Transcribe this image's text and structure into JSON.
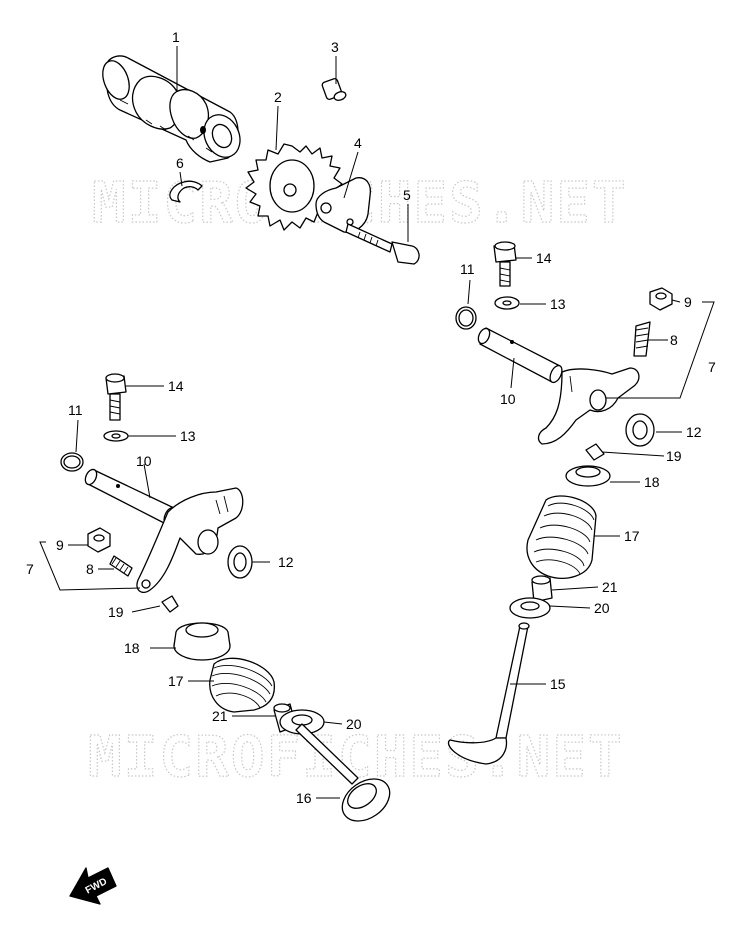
{
  "watermark": "MICROFICHES.NET",
  "fwd_label": "FWD",
  "callouts": {
    "c1": "1",
    "c2": "2",
    "c3": "3",
    "c4": "4",
    "c5": "5",
    "c6": "6",
    "c7a": "7",
    "c7b": "7",
    "c8a": "8",
    "c8b": "8",
    "c9a": "9",
    "c9b": "9",
    "c10a": "10",
    "c10b": "10",
    "c11a": "11",
    "c11b": "11",
    "c12a": "12",
    "c12b": "12",
    "c13a": "13",
    "c13b": "13",
    "c14a": "14",
    "c14b": "14",
    "c15": "15",
    "c16": "16",
    "c17a": "17",
    "c17b": "17",
    "c18a": "18",
    "c18b": "18",
    "c19a": "19",
    "c19b": "19",
    "c20a": "20",
    "c20b": "20",
    "c21a": "21",
    "c21b": "21"
  }
}
